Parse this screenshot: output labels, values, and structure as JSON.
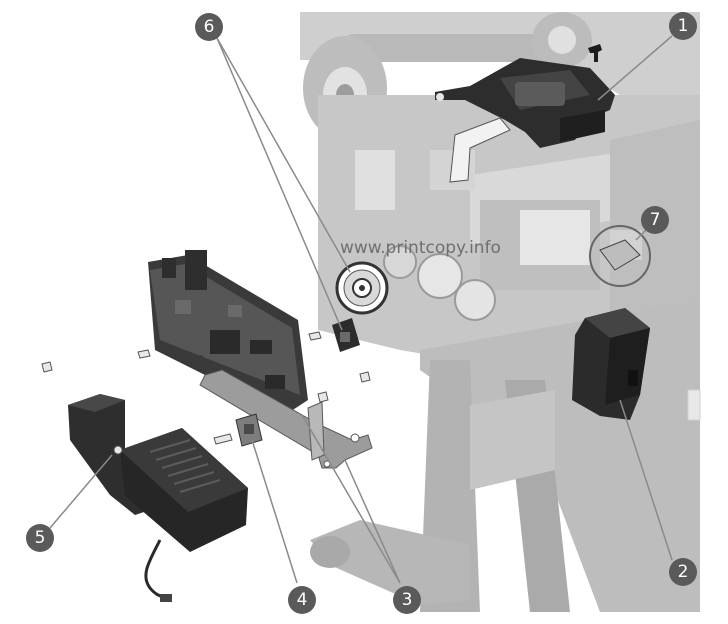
{
  "watermark": "www.printcopy.info",
  "callouts": [
    {
      "id": "callout-1",
      "label": "1"
    },
    {
      "id": "callout-2",
      "label": "2"
    },
    {
      "id": "callout-3",
      "label": "3"
    },
    {
      "id": "callout-4",
      "label": "4"
    },
    {
      "id": "callout-5",
      "label": "5"
    },
    {
      "id": "callout-6",
      "label": "6"
    },
    {
      "id": "callout-7",
      "label": "7"
    }
  ],
  "colors": {
    "printer_body": "#c9c9c9",
    "printer_shadow": "#a8a8a8",
    "dark_part": "#2a2a2a",
    "callout_fill": "#5a5a5a",
    "leader_line": "#8a8a8a"
  }
}
